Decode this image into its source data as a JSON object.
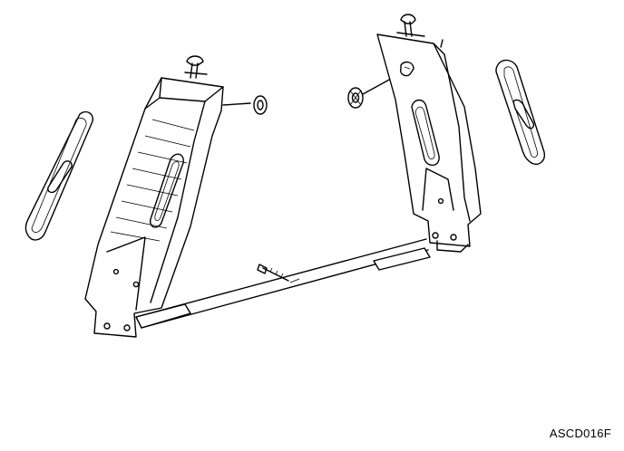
{
  "diagram": {
    "reference_code": "ASCD016F",
    "line_color": "#000000",
    "background_color": "#ffffff",
    "parts": [
      "left-cover-plate",
      "left-pillar-trim",
      "left-clip",
      "right-clip",
      "right-pillar-trim",
      "right-cover-plate",
      "connecting-rail",
      "screw"
    ]
  }
}
